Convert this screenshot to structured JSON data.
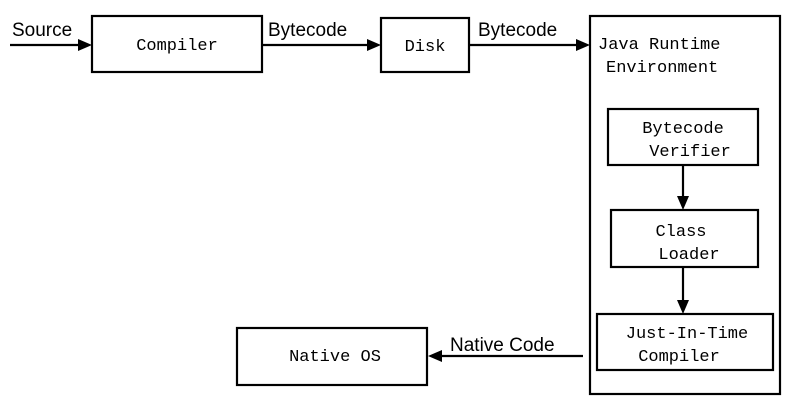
{
  "nodes": {
    "compiler": "Compiler",
    "disk": "Disk",
    "jre": [
      "Java Runtime",
      "Environment"
    ],
    "bytecode_verifier": [
      "Bytecode",
      "Verifier"
    ],
    "class_loader": [
      "Class",
      "Loader"
    ],
    "jit_compiler": [
      "Just-In-Time",
      "Compiler"
    ],
    "native_os": "Native OS"
  },
  "edges": {
    "source_label": "Source",
    "bytecode_label_1": "Bytecode",
    "bytecode_label_2": "Bytecode",
    "native_code_label": "Native Code"
  },
  "colors": {
    "stroke": "#000000",
    "background": "#ffffff"
  }
}
